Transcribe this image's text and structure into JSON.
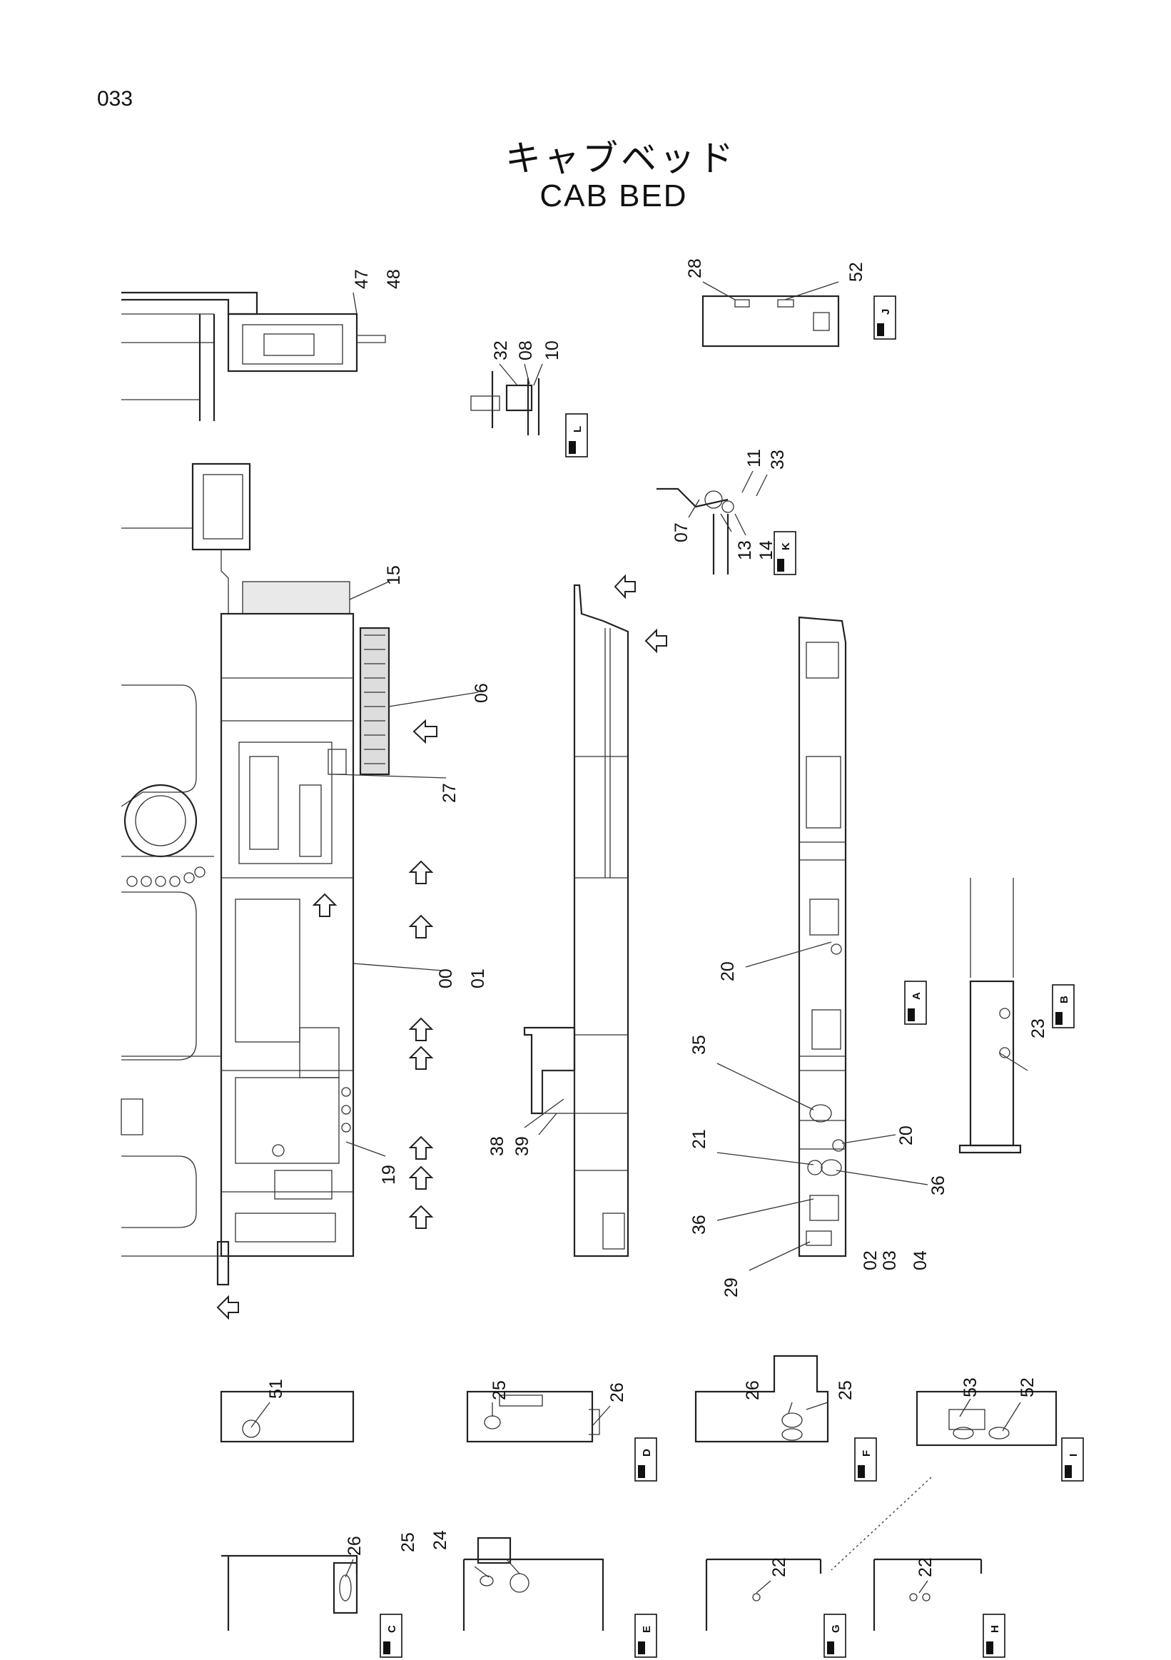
{
  "page_number": "033",
  "title_jp": "キャブベッド",
  "title_en": "CAB   BED",
  "callouts": {
    "c47": "47",
    "c48": "48",
    "c32": "32",
    "c08": "08",
    "c10": "10",
    "c28": "28",
    "c52a": "52",
    "c11": "11",
    "c33": "33",
    "c07": "07",
    "c13": "13",
    "c14": "14",
    "c15": "15",
    "c06": "06",
    "c27": "27",
    "c00": "00",
    "c01": "01",
    "c19": "19",
    "c38": "38",
    "c39": "39",
    "c20a": "20",
    "c23": "23",
    "c35": "35",
    "c20b": "20",
    "c21": "21",
    "c36a": "36",
    "c36b": "36",
    "c29": "29",
    "c02": "02",
    "c03": "03",
    "c04": "04",
    "c51": "51",
    "c25a": "25",
    "c26a": "26",
    "c26b": "26",
    "c25b": "25",
    "c53": "53",
    "c52b": "52",
    "c26c": "26",
    "c25c": "25",
    "c24": "24",
    "c22a": "22",
    "c22b": "22"
  },
  "section_tags": [
    "J",
    "L",
    "K",
    "A",
    "B",
    "D",
    "F",
    "I",
    "C",
    "E",
    "G",
    "H"
  ]
}
